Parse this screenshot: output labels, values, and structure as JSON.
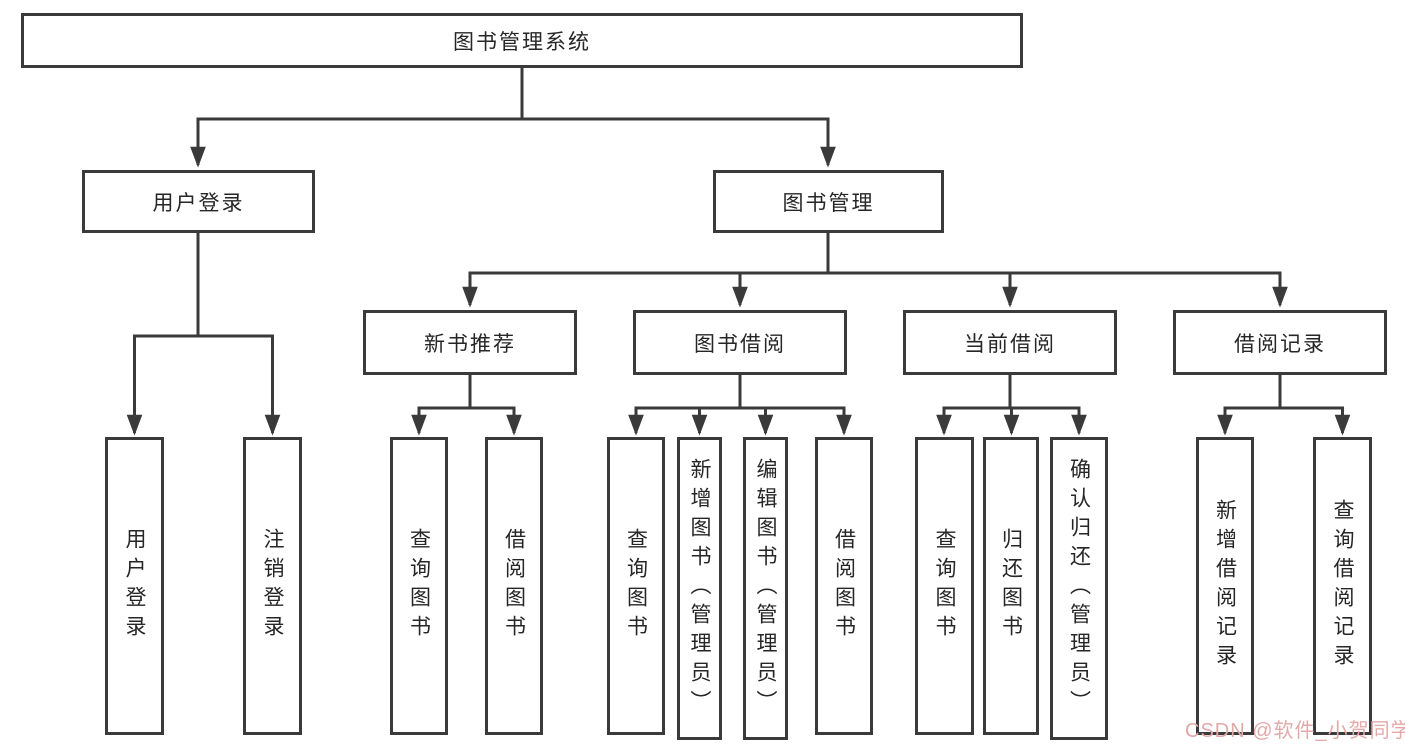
{
  "tree": {
    "label": "图书管理系统",
    "children": [
      {
        "label": "用户登录",
        "children": [
          {
            "label": "用户登录"
          },
          {
            "label": "注销登录"
          }
        ]
      },
      {
        "label": "图书管理",
        "children": [
          {
            "label": "新书推荐",
            "children": [
              {
                "label": "查询图书"
              },
              {
                "label": "借阅图书"
              }
            ]
          },
          {
            "label": "图书借阅",
            "children": [
              {
                "label": "查询图书"
              },
              {
                "label": "新增图书（管理员）"
              },
              {
                "label": "编辑图书（管理员）"
              },
              {
                "label": "借阅图书"
              }
            ]
          },
          {
            "label": "当前借阅",
            "children": [
              {
                "label": "查询图书"
              },
              {
                "label": "归还图书"
              },
              {
                "label": "确认归还（管理员）"
              }
            ]
          },
          {
            "label": "借阅记录",
            "children": [
              {
                "label": "新增借阅记录"
              },
              {
                "label": "查询借阅记录"
              }
            ]
          }
        ]
      }
    ]
  },
  "watermark": {
    "text": "CSDN @软件_小贺同学"
  },
  "colors": {
    "line": "#3a3a3a",
    "text": "#262626",
    "watermark": "#e2a9a9",
    "background": "#ffffff"
  }
}
